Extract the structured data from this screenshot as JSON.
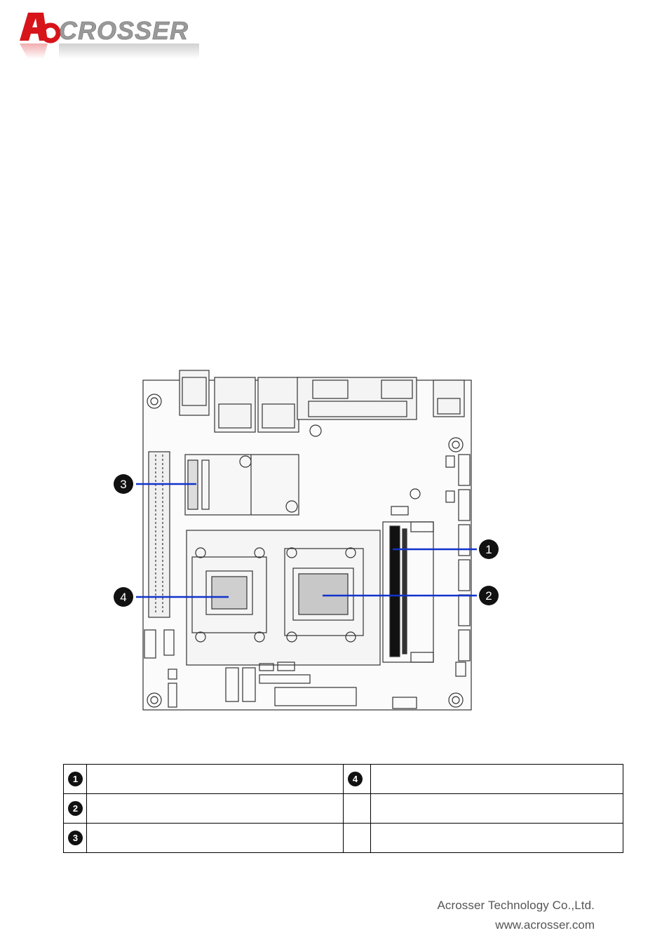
{
  "header": {
    "logo_text": "ACROSSER",
    "brand_color": "#d7141a"
  },
  "diagram": {
    "callouts": [
      {
        "number": "1"
      },
      {
        "number": "2"
      },
      {
        "number": "3"
      },
      {
        "number": "4"
      }
    ],
    "callout_line_color": "#1133cc"
  },
  "table": {
    "rows": [
      {
        "left_number": "1",
        "left_label": "",
        "right_number": "4",
        "right_label": ""
      },
      {
        "left_number": "2",
        "left_label": "",
        "right_number": "",
        "right_label": ""
      },
      {
        "left_number": "3",
        "left_label": "",
        "right_number": "",
        "right_label": ""
      }
    ]
  },
  "footer": {
    "company": "Acrosser Technology Co.,Ltd.",
    "url": "www.acrosser.com"
  }
}
